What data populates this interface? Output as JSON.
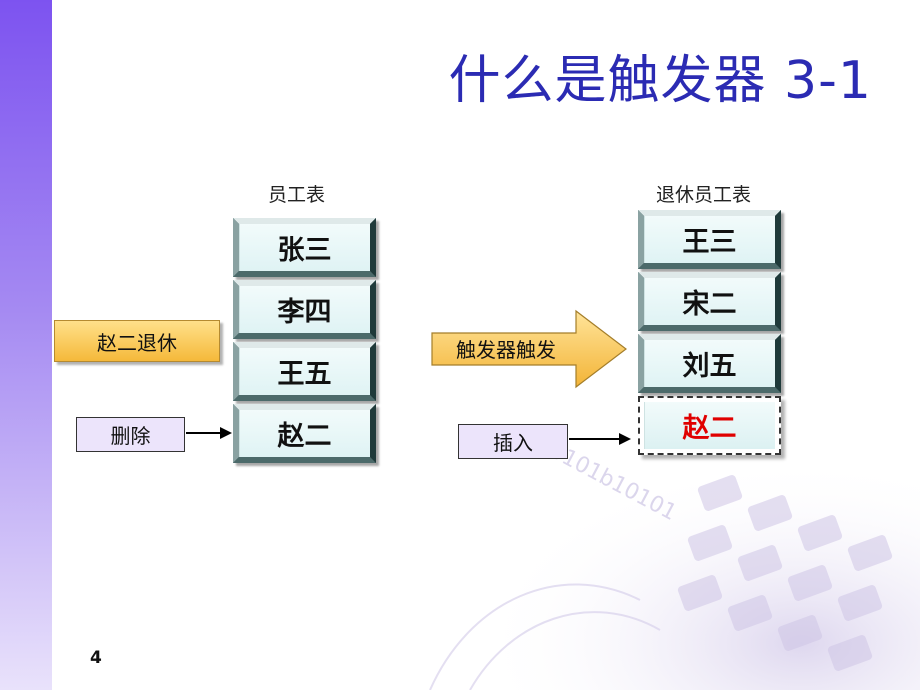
{
  "title": "什么是触发器 3-1",
  "employee_table": {
    "label": "员工表",
    "rows": [
      "张三",
      "李四",
      "王五",
      "赵二"
    ]
  },
  "retired_table": {
    "label": "退休员工表",
    "rows": [
      "王三",
      "宋二",
      "刘五"
    ],
    "inserted_row": "赵二"
  },
  "event_box": "赵二退休",
  "delete_box": "删除",
  "trigger_arrow_label": "触发器触发",
  "insert_box": "插入",
  "page_number": "4",
  "watermark_text": "0101b10101",
  "colors": {
    "title": "#2b2bb3",
    "inserted_text": "#e00000",
    "event_box": "#f5b93a",
    "action_box": "#ece4fb",
    "left_bar": "#7d53f0"
  }
}
